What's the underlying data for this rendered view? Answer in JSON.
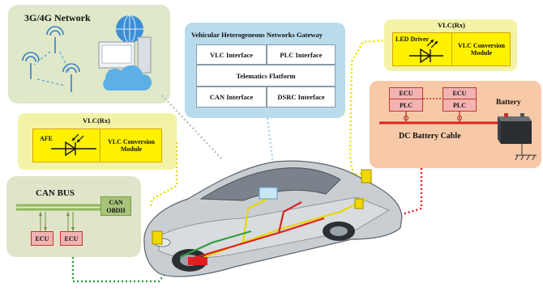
{
  "network": {
    "title": "3G/4G Network"
  },
  "gateway": {
    "title": "Vehicular Heterogeneous Networks Gateway",
    "vlc_interface": "VLC Interface",
    "plc_interface": "PLC Interface",
    "telematics": "Telematics Flatform",
    "can_interface": "CAN Interface",
    "dsrc_interface": "DSRC Interface"
  },
  "vlc_tx": {
    "title": "VLC(Rx)",
    "driver_label": "LED Driver",
    "module_label": "VLC Conversion Module"
  },
  "vlc_rx": {
    "title": "VLC(Rx)",
    "afe_label": "AFE",
    "module_label": "VLC Conversion Module"
  },
  "battery_panel": {
    "ecu_label": "ECU",
    "plc_label": "PLC",
    "battery_label": "Battery",
    "cable_label": "DC Battery Cable"
  },
  "can_bus": {
    "title": "CAN BUS",
    "obd_line1": "CAN",
    "obd_line2": "OBDII",
    "ecu_label": "ECU"
  },
  "colors": {
    "network_bg": "#dfe8c9",
    "gateway_bg": "#b9dcec",
    "vlc_bg": "#f3f3a8",
    "vlc_inner": "#fff200",
    "battery_bg": "#f7c9a8",
    "can_bg": "#dfe5c8",
    "ecu_fill": "#f3b3b3",
    "cable_red": "#e02020",
    "bus_green": "#2e9e3e"
  },
  "icons": [
    "antenna-icon",
    "globe-icon",
    "computer-icon",
    "cloud-icon",
    "led-icon",
    "photodiode-icon",
    "battery-icon",
    "car-icon"
  ]
}
